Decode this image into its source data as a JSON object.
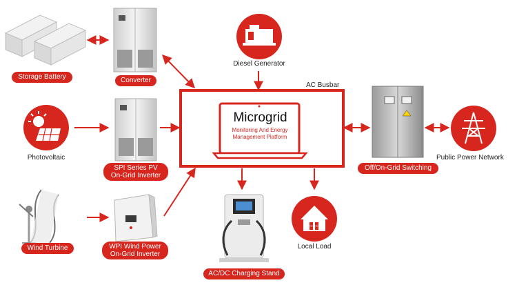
{
  "colors": {
    "accent": "#d7261e",
    "device_light": "#e6e6e6",
    "device_dark": "#8c8c8c"
  },
  "icons": [
    "diesel-generator-icon",
    "photovoltaic-icon",
    "transmission-tower-icon",
    "house-icon",
    "wind-turbine-icon",
    "laptop-icon"
  ],
  "labels": {
    "storage_battery": "Storage Battery",
    "converter": "Converter",
    "diesel_generator": "Diesel Generator",
    "ac_busbar": "AC Busbar",
    "photovoltaic": "Photovoltaic",
    "spi_line1": "SPI Series PV",
    "spi_line2": "On-Grid Inverter",
    "off_on_grid": "Off/On-Grid Switching",
    "public_power": "Public Power Network",
    "wind_turbine": "Wind Turbine",
    "wpi_line1": "WPI Wind Power",
    "wpi_line2": "On-Grid Inverter",
    "local_load": "Local Load",
    "charging_stand": "AC/DC Charging Stand"
  },
  "platform": {
    "title": "Microgrid",
    "subtitle_line1": "Monitoring And Energy",
    "subtitle_line2": "Management Platform"
  }
}
